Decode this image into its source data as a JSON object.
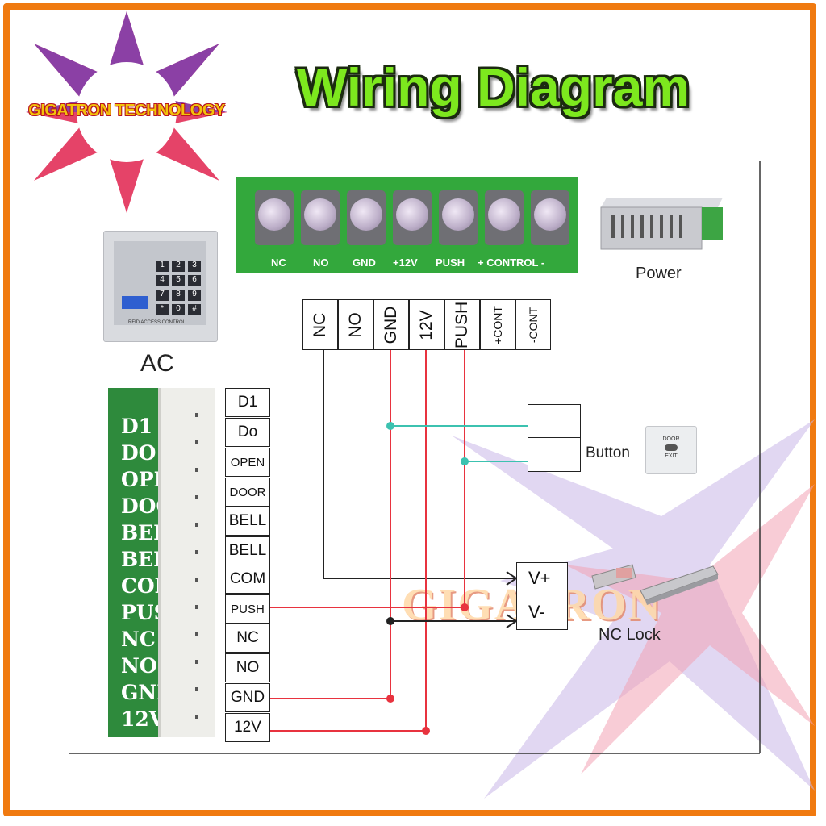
{
  "title": "Wiring Diagram",
  "brand": "GIGATRON TECHNOLOGY",
  "watermark": "GIGATRON",
  "labels": {
    "ac": "AC",
    "power": "Power",
    "button": "Button",
    "lock": "NC Lock",
    "v_plus": "V+",
    "v_minus": "V-"
  },
  "keypad": {
    "keys": [
      "1",
      "2",
      "3",
      "4",
      "5",
      "6",
      "7",
      "8",
      "9",
      "*",
      "0",
      "#"
    ],
    "caption": "RFID ACCESS CONTROL"
  },
  "controller_pins": [
    "D1",
    "Do",
    "OPEN",
    "DOOR",
    "BELL",
    "BELL",
    "COM",
    "PUSH",
    "NC",
    "NO",
    "GND",
    "12V"
  ],
  "pcb_labels": [
    "D1",
    "DO",
    "OPE",
    "DOO",
    "BEL",
    "BEL",
    "COM",
    "PUS",
    "NC",
    "NO",
    "GNI",
    "12V"
  ],
  "power_terminals": [
    "NC",
    "NO",
    "GND",
    "12V",
    "PUSH",
    "+CONT",
    "-CONT"
  ],
  "terminal_block_labels": [
    "NC",
    "NO",
    "GND",
    "+12V",
    "PUSH",
    "+ CONTROL -"
  ],
  "exit_button": {
    "line1": "DOOR",
    "line2": "EXIT"
  },
  "colors": {
    "frame": "#f07a10",
    "title": "#7de81e",
    "wire_red": "#e8333f",
    "wire_teal": "#3cc2b0",
    "wire_black": "#222222",
    "pcb_green": "#2e8a3c"
  }
}
